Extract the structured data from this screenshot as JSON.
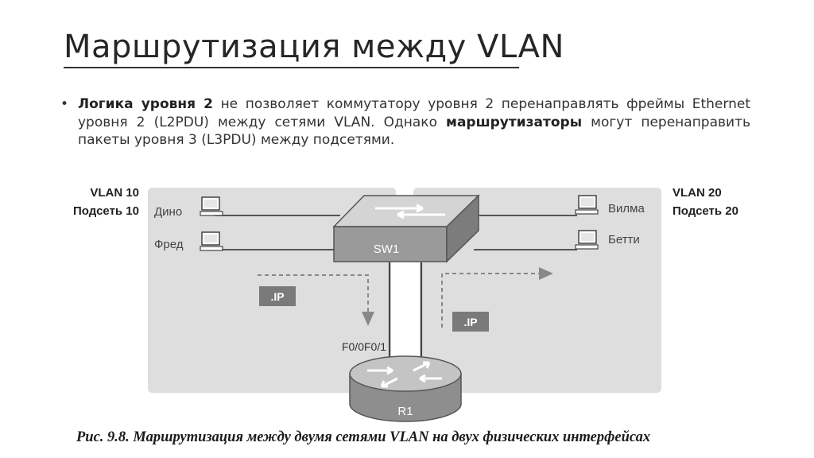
{
  "title": "Маршрутизация между VLAN",
  "bullet": {
    "bold1": "Логика уровня 2",
    "text1": " не позволяет коммутатору уровня 2 перенаправлять фреймы Ethernet уровня 2 (L2PDU) между сетями VLAN. Однако ",
    "bold2": "маршрутизаторы",
    "text2": " могут перенаправить пакеты уровня 3 (L3PDU) между подсетями."
  },
  "diagram": {
    "left_vlan": "VLAN 10",
    "left_subnet": "Подсеть 10",
    "right_vlan": "VLAN 20",
    "right_subnet": "Подсеть 20",
    "hosts": {
      "dino": "Дино",
      "fred": "Фред",
      "wilma": "Вилма",
      "betty": "Бетти"
    },
    "switch": "SW1",
    "router": "R1",
    "interface": "F0/0F0/1",
    "packet_label": ".IP"
  },
  "caption": "Рис. 9.8. Маршрутизация между двумя сетями VLAN на двух физических интерфейсах"
}
